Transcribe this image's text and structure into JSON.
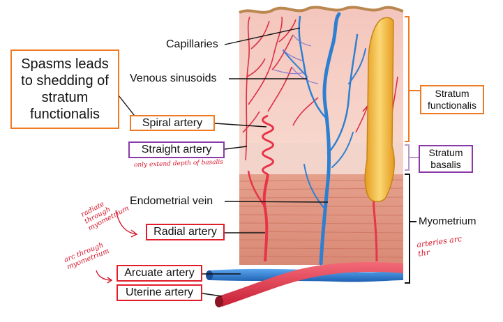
{
  "labels": {
    "capillaries": "Capillaries",
    "venous_sinusoids": "Venous sinusoids",
    "spiral_artery": "Spiral artery",
    "straight_artery": "Straight artery",
    "endometrial_vein": "Endometrial vein",
    "radial_artery": "Radial artery",
    "arcuate_artery": "Arcuate artery",
    "uterine_artery": "Uterine artery",
    "stratum_functionalis": "Stratum functionalis",
    "stratum_basalis": "Stratum basalis",
    "myometrium": "Myometrium"
  },
  "callout": "Spasms leads to shedding of stratum functionalis",
  "handwritten": {
    "straight_note": "only extend depth of basalis",
    "radial_note": "radiate through myometrium",
    "arcuate_note": "arc through myometrium",
    "myometrium_note": "arteries arc thr"
  },
  "colors": {
    "callout_border": "#f07a22",
    "red_box": "#e21c2a",
    "purple_box": "#8a3aa8",
    "artery": "#e8344a",
    "vein": "#2f7fd0",
    "gland": "#f2b134",
    "annotation_ink": "#d6162a"
  }
}
